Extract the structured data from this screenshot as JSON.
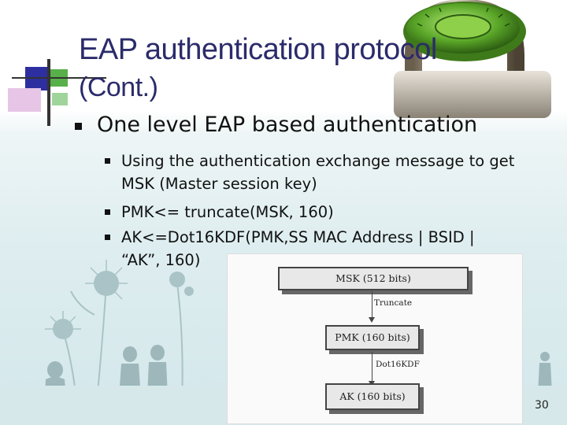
{
  "title": {
    "line1": "EAP authentication protocol",
    "line2": "(Cont.)"
  },
  "content": {
    "bullet": "One level EAP based authentication",
    "sub_bullets": [
      "Using the authentication exchange message to get",
      "MSK (Master session key)",
      "PMK<= truncate(MSK, 160)",
      "AK<=Dot16KDF(PMK,SS MAC Address | BSID |",
      "“AK”, 160)"
    ]
  },
  "figure": {
    "msk": "MSK (512 bits)",
    "step1": "Truncate",
    "pmk": "PMK (160 bits)",
    "step2": "Dot16KDF",
    "ak": "AK (160 bits)"
  },
  "footer": {
    "page_number": "30"
  },
  "colors": {
    "title": "#2b2b6b",
    "square_blue": "#2d2fa0",
    "square_green": "#58b04a",
    "square_pink": "#e6c5e6"
  }
}
